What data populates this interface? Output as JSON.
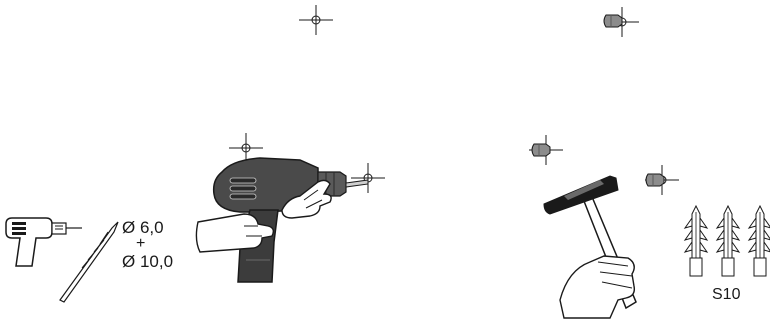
{
  "drill_bit_sizes": {
    "small": "Ø 6,0",
    "separator": "+",
    "large": "Ø 10,0"
  },
  "anchor_label": "S10",
  "icons": [
    "drill-mini-icon",
    "drill-bit-icon",
    "power-drill-icon",
    "hand-icon",
    "hammer-icon",
    "wall-anchor-icon",
    "crosshair-icon",
    "anchor-head-icon"
  ],
  "colors": {
    "drill_body": "#4a4a4a",
    "handle_body": "#3c3c3c",
    "anchor_grey": "#8c8c8c",
    "line": "#1a1a1a"
  }
}
